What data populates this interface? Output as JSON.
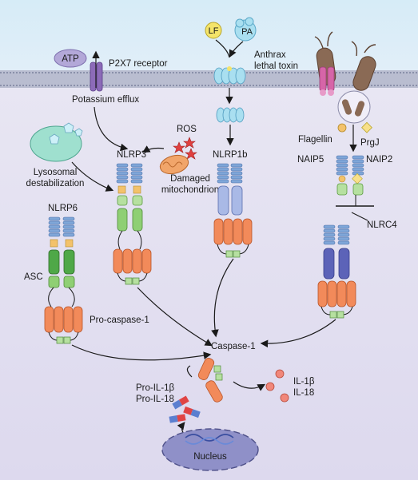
{
  "labels": {
    "atp": "ATP",
    "p2x7": "P2X7 receptor",
    "potassium": "Potassium efflux",
    "lf": "LF",
    "pa": "PA",
    "anthrax_1": "Anthrax",
    "anthrax_2": "lethal toxin",
    "ros": "ROS",
    "damaged_1": "Damaged",
    "damaged_2": "mitochondrion",
    "lysosomal_1": "Lysosomal",
    "lysosomal_2": "destabilization",
    "nlrp3": "NLRP3",
    "nlrp1b": "NLRP1b",
    "nlrp6": "NLRP6",
    "asc": "ASC",
    "procasp": "Pro-caspase-1",
    "flagellin": "Flagellin",
    "prgj": "PrgJ",
    "naip5": "NAIP5",
    "naip2": "NAIP2",
    "nlrc4": "NLRC4",
    "caspase1": "Caspase-1",
    "pro_il1b": "Pro-IL-1β",
    "pro_il18": "Pro-IL-18",
    "il1b": "IL-1β",
    "il18": "IL-18",
    "nucleus": "Nucleus"
  },
  "colors": {
    "background": "#e6e4f2",
    "membrane": "#9aa0b8",
    "lrr": "#7fa6d8",
    "nacht_green": "#8fcf74",
    "nacht_blue": "#8fa3d8",
    "card_orange": "#f28a5a",
    "pyd": "#f3c26b",
    "caspase_green": "#b6e0a0",
    "nucleus": "#9b9ccf"
  }
}
